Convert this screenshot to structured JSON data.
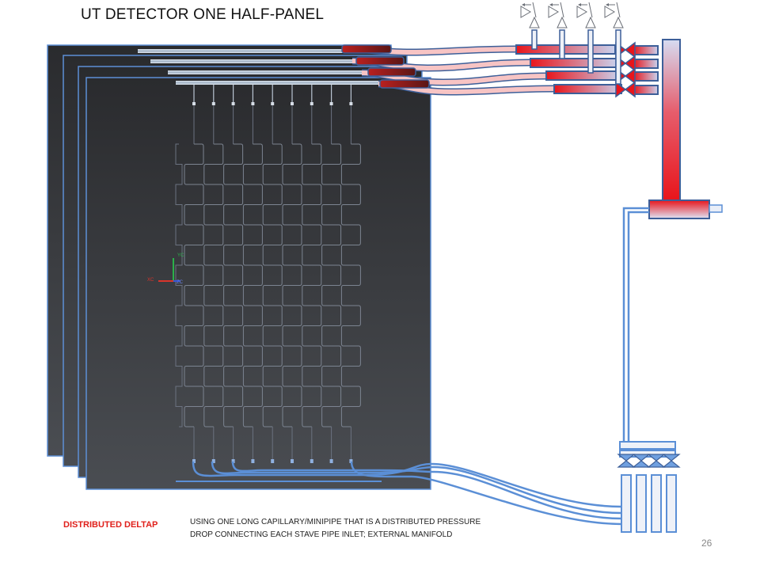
{
  "title": "UT DETECTOR ONE HALF-PANEL",
  "label_red": "DISTRIBUTED DELTAP",
  "description_lines": [
    "USING ONE LONG CAPILLARY/MINIPIPE THAT IS A  DISTRIBUTED PRESSURE",
    "DROP CONNECTING EACH STAVE PIPE INLET; EXTERNAL MANIFOLD"
  ],
  "page_number": "26",
  "axes": {
    "y": "YC",
    "x": "XC",
    "z": "ZC"
  },
  "panel_count": 4,
  "stave_count": 9,
  "valve_count": 4,
  "colors": {
    "panel_dark": "#2a2b2e",
    "panel_light": "#45484d",
    "panel_border": "#5d8fd6",
    "pipe_blue": "#5b8fd6",
    "manifold_red": "#e8151b",
    "tube_pink": "#f7c4c4",
    "label_red": "#e0201b"
  }
}
